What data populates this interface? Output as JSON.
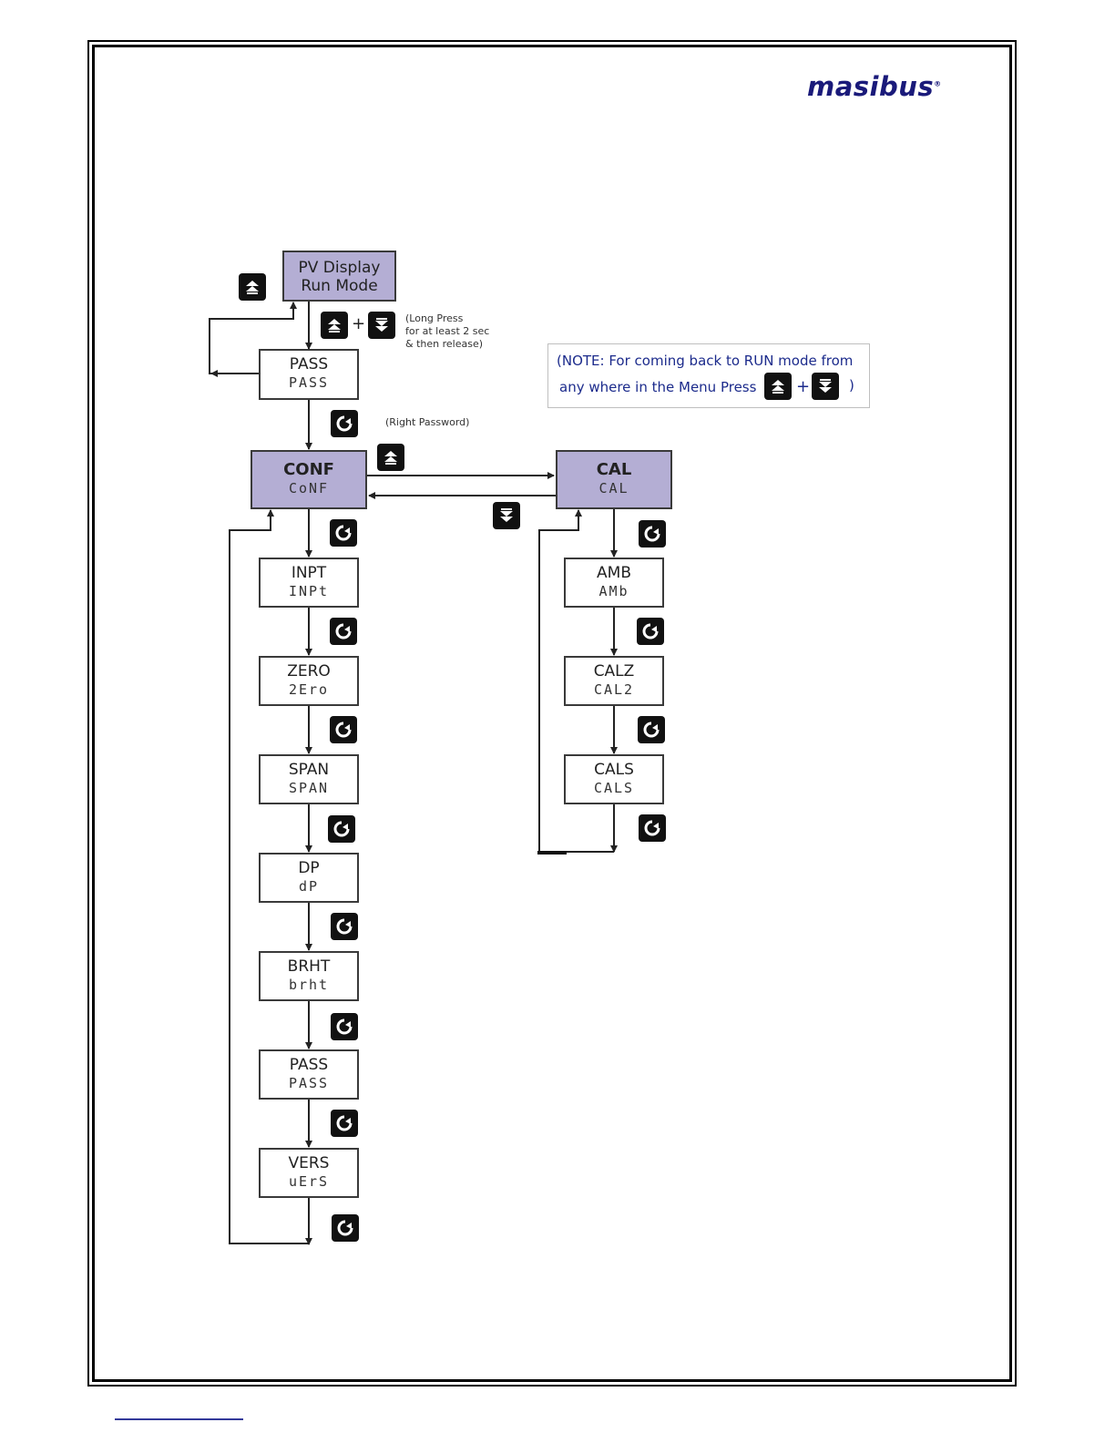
{
  "brand": {
    "logo": "masibus",
    "mark": "®"
  },
  "nodes": {
    "pv": {
      "l1": "PV Display",
      "l2": "Run Mode"
    },
    "pass_top": {
      "l1": "PASS",
      "l2": "PASS"
    },
    "conf": {
      "l1": "CONF",
      "l2": "CoNF"
    },
    "cal": {
      "l1": "CAL",
      "l2": "CAL"
    },
    "inpt": {
      "l1": "INPT",
      "l2": "INPt"
    },
    "zero": {
      "l1": "ZERO",
      "l2": "2Ero"
    },
    "span": {
      "l1": "SPAN",
      "l2": "SPAN"
    },
    "dp": {
      "l1": "DP",
      "l2": "dP"
    },
    "brht": {
      "l1": "BRHT",
      "l2": "brht"
    },
    "pass_menu": {
      "l1": "PASS",
      "l2": "PASS"
    },
    "vers": {
      "l1": "VERS",
      "l2": "uErS"
    },
    "amb": {
      "l1": "AMB",
      "l2": "AMb"
    },
    "calz": {
      "l1": "CALZ",
      "l2": "CAL2"
    },
    "cals": {
      "l1": "CALS",
      "l2": "CALS"
    }
  },
  "notes": {
    "long_press_1": "(Long Press",
    "long_press_2": "for at least 2 sec",
    "long_press_3": "& then release)",
    "right_password": "(Right Password)",
    "plus": "+",
    "note_line1": "(NOTE: For coming back to RUN mode from",
    "note_line2": "any where in the Menu Press",
    "note_close": ")"
  },
  "icons": {
    "up": "up-key-icon",
    "down": "down-key-icon",
    "enter": "enter-key-icon"
  }
}
